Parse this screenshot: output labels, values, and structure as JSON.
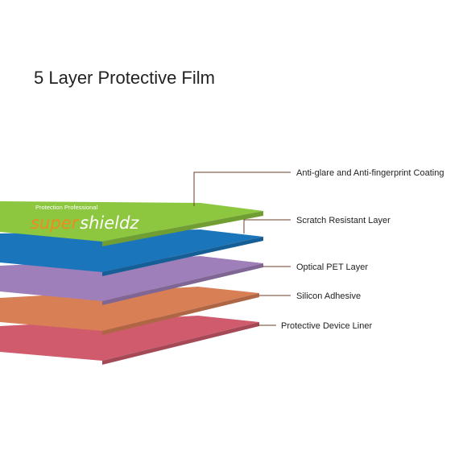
{
  "title": "5 Layer Protective Film",
  "brand": {
    "tagline": "Protection Professional",
    "name_part1": "super",
    "name_part2": "shieldz"
  },
  "layers": [
    {
      "label": "Anti-glare and Anti-fingerprint Coating",
      "color": "#8dc63f"
    },
    {
      "label": "Scratch Resistant Layer",
      "color": "#1b75bb"
    },
    {
      "label": "Optical PET Layer",
      "color": "#9f7fba"
    },
    {
      "label": "Silicon Adhesive",
      "color": "#d97f56"
    },
    {
      "label": "Protective Device Liner",
      "color": "#cf5b6d"
    }
  ],
  "leader_color": "#6b3e2a"
}
